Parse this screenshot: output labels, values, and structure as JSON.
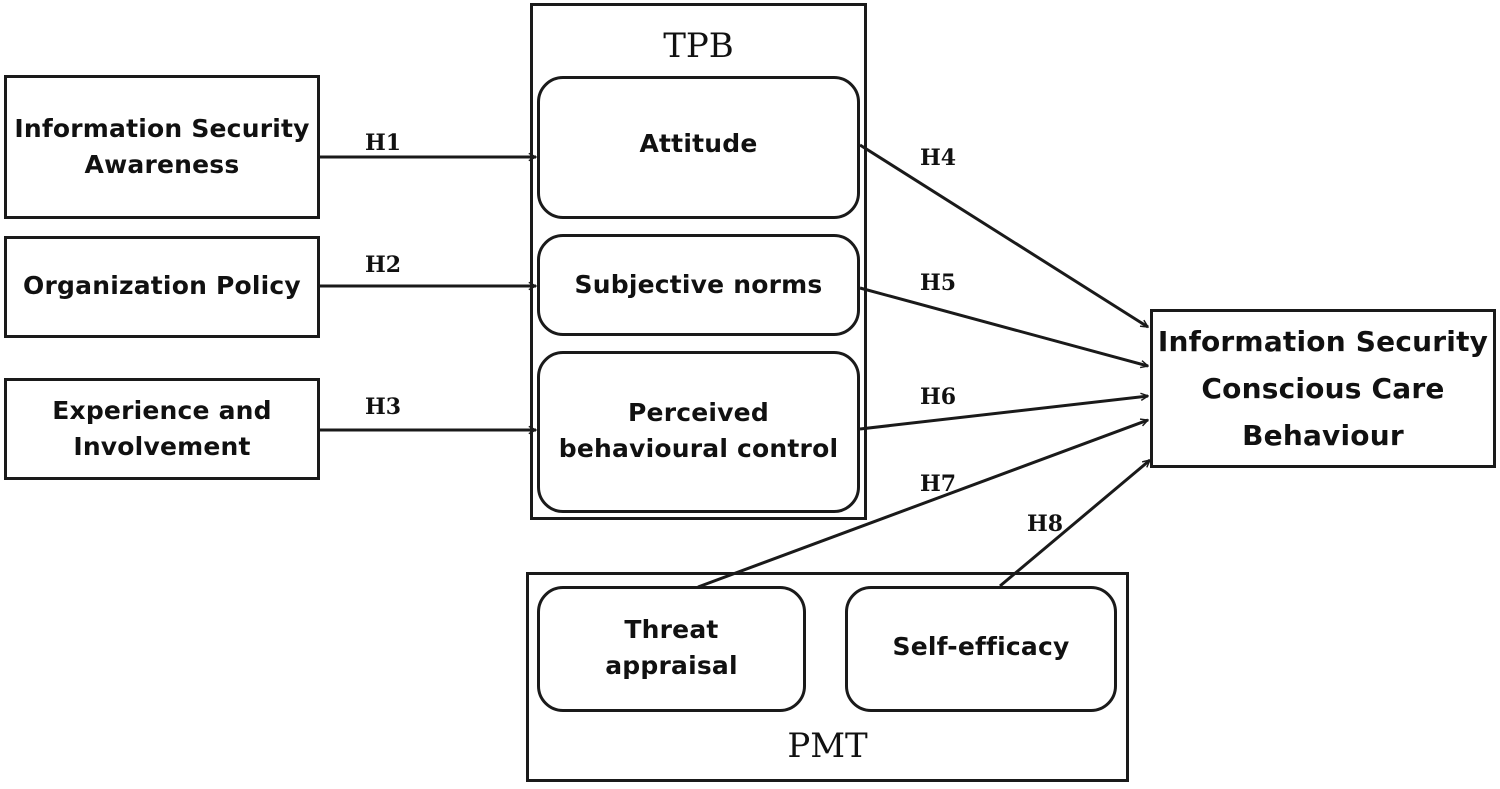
{
  "frames": {
    "tpb": "TPB",
    "pmt": "PMT"
  },
  "nodes": {
    "awareness": "Information Security\nAwareness",
    "policy": "Organization  Policy",
    "experience": "Experience and\nInvolvement",
    "attitude": "Attitude",
    "norms": "Subjective norms",
    "pbc": "Perceived\nbehavioural control",
    "threat": "Threat\nappraisal",
    "efficacy": "Self-efficacy",
    "outcome": "Information Security\nConscious Care\nBehaviour"
  },
  "hypotheses": {
    "h1": "H1",
    "h2": "H2",
    "h3": "H3",
    "h4": "H4",
    "h5": "H5",
    "h6": "H6",
    "h7": "H7",
    "h8": "H8"
  }
}
